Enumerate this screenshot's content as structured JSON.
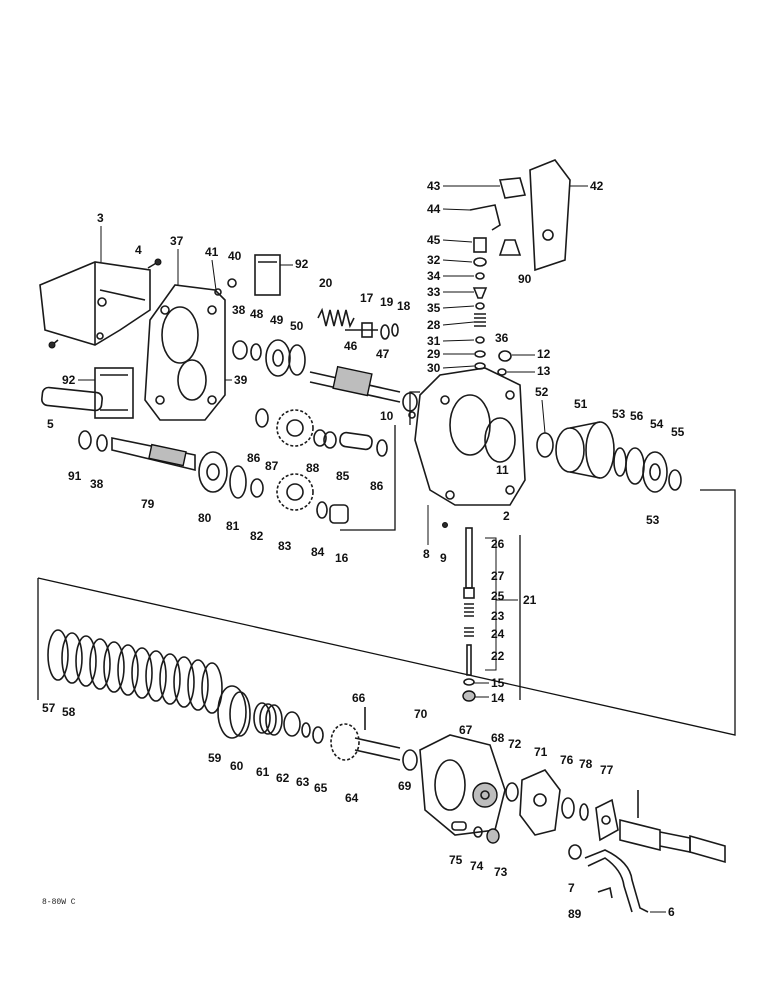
{
  "figure_code": "8-80W C",
  "labels": {
    "p2": "2",
    "p3": "3",
    "p4": "4",
    "p5": "5",
    "p6": "6",
    "p7": "7",
    "p8": "8",
    "p9": "9",
    "p10": "10",
    "p11": "11",
    "p12": "12",
    "p13": "13",
    "p14": "14",
    "p15": "15",
    "p16": "16",
    "p17": "17",
    "p18": "18",
    "p19": "19",
    "p20": "20",
    "p21": "21",
    "p22": "22",
    "p23": "23",
    "p24": "24",
    "p25": "25",
    "p26": "26",
    "p27": "27",
    "p28": "28",
    "p29": "29",
    "p30": "30",
    "p31": "31",
    "p32": "32",
    "p33": "33",
    "p34": "34",
    "p35": "35",
    "p36": "36",
    "p37": "37",
    "p38a": "38",
    "p38b": "38",
    "p39": "39",
    "p40": "40",
    "p41": "41",
    "p42": "42",
    "p43": "43",
    "p44": "44",
    "p45": "45",
    "p46": "46",
    "p47": "47",
    "p48": "48",
    "p49": "49",
    "p50": "50",
    "p51": "51",
    "p52": "52",
    "p53a": "53",
    "p53b": "53",
    "p54": "54",
    "p55": "55",
    "p56": "56",
    "p57": "57",
    "p58": "58",
    "p59": "59",
    "p60": "60",
    "p61": "61",
    "p62": "62",
    "p63": "63",
    "p64": "64",
    "p65": "65",
    "p66": "66",
    "p67": "67",
    "p68": "68",
    "p69": "69",
    "p70": "70",
    "p71": "71",
    "p72": "72",
    "p73": "73",
    "p74": "74",
    "p75": "75",
    "p76": "76",
    "p77": "77",
    "p78": "78",
    "p79": "79",
    "p80": "80",
    "p81": "81",
    "p82": "82",
    "p83": "83",
    "p84": "84",
    "p85": "85",
    "p86a": "86",
    "p86b": "86",
    "p87": "87",
    "p88": "88",
    "p89": "89",
    "p90": "90",
    "p91": "91",
    "p92a": "92",
    "p92b": "92"
  }
}
